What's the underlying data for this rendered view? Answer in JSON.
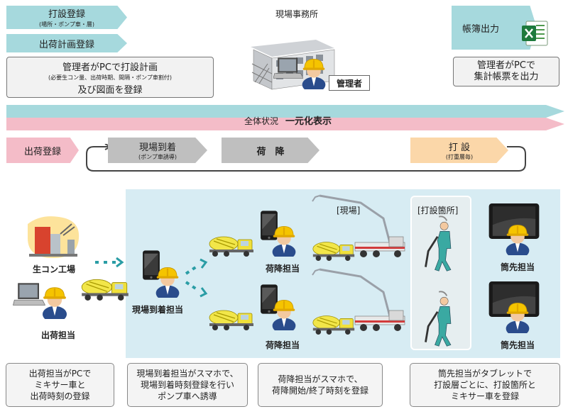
{
  "top_left": {
    "slab_registration": {
      "label": "打設登録",
      "sub": "(場所・ポンプ車・層)"
    },
    "shipping_plan": {
      "label": "出荷計画登録"
    },
    "admin_note": {
      "line1": "管理者がPCで打設計画",
      "line2": "(必要生コン量、出荷時期、間隔・ポンプ車割付)",
      "line3": "及び図面を登録"
    }
  },
  "site_office": {
    "title": "現場事務所",
    "manager_label": "管理者"
  },
  "top_right": {
    "ledger_output": {
      "label": "帳簿出力"
    },
    "admin_output_note": {
      "line1": "管理者がPCで",
      "line2": "集計帳票を出力"
    }
  },
  "status_band": {
    "label_prefix": "全体状況",
    "label_main": "一元化表示"
  },
  "process": {
    "shipping": {
      "label": "出荷登録"
    },
    "arrival": {
      "label": "現場到着",
      "sub": "(ポンプ車誘導)"
    },
    "unloading": {
      "label": "荷　降"
    },
    "pouring": {
      "label": "打 設",
      "sub": "(打重層毎)"
    }
  },
  "site_area": {
    "site_label": "[現場]",
    "pour_location_label": "[打設箇所]"
  },
  "roles": {
    "factory": "生コン工場",
    "shipper": "出荷担当",
    "arrival": "現場到着担当",
    "unloading_top": "荷降担当",
    "unloading_bottom": "荷降担当",
    "pour_top": "筒先担当",
    "pour_bottom": "筒先担当"
  },
  "bottom_notes": {
    "shipper": [
      "出荷担当がPCで",
      "ミキサー車と",
      "出荷時刻の登録"
    ],
    "arrival": [
      "現場到着担当がスマホで、",
      "現場到着時刻登録を行い",
      "ポンプ車へ誘導"
    ],
    "unloading": [
      "荷降担当がスマホで、",
      "荷降開始/終了時刻を登録"
    ],
    "pour": [
      "筒先担当がタブレットで",
      "打設層ごとに、打設箇所と",
      "ミキサー車を登録"
    ]
  },
  "colors": {
    "teal": "#a6d9dd",
    "pink": "#f4bcc8",
    "gray_arrow": "#bfbfbf",
    "orange_arrow": "#fbd7a9",
    "site_bg": "#d7ecf3",
    "helmet": "#f5c400",
    "worker_body": "#2a4c8c"
  },
  "icons": [
    "excel-icon",
    "building-icon",
    "laptop-icon",
    "smartphone-icon",
    "tablet-icon",
    "mixer-truck-icon",
    "pump-truck-icon",
    "worker-icon",
    "factory-icon"
  ]
}
